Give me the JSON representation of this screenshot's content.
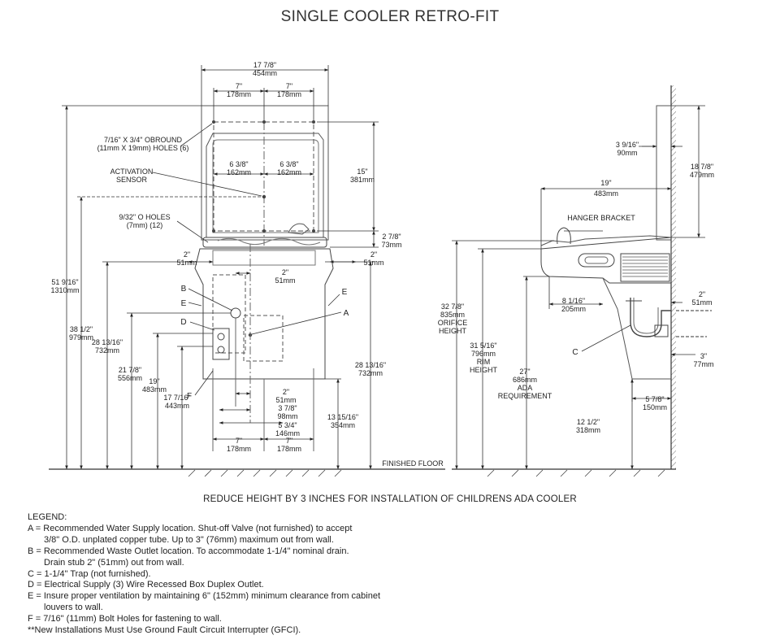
{
  "title": "SINGLE COOLER RETRO-FIT",
  "front": {
    "overall_width": {
      "in": "17 7/8\"",
      "mm": "454mm"
    },
    "half_left": {
      "in": "7\"",
      "mm": "178mm"
    },
    "half_right": {
      "in": "7\"",
      "mm": "178mm"
    },
    "obround_holes": [
      "7/16\" X 3/4\" OBROUND",
      "(11mm X 19mm) HOLES (6)"
    ],
    "activation_sensor": [
      "ACTIVATION",
      "SENSOR"
    ],
    "sensor_left": {
      "in": "6 3/8\"",
      "mm": "162mm"
    },
    "sensor_right": {
      "in": "6 3/8\"",
      "mm": "162mm"
    },
    "o_holes": [
      "9/32\" O HOLES",
      "(7mm) (12)"
    ],
    "dim_15": {
      "in": "15\"",
      "mm": "381mm"
    },
    "dim_2_7_8": {
      "in": "2 7/8\"",
      "mm": "73mm"
    },
    "dim_2_left": {
      "in": "2\"",
      "mm": "51mm"
    },
    "dim_2_right": {
      "in": "2\"",
      "mm": "51mm"
    },
    "dim_2_center": {
      "in": "2\"",
      "mm": "51mm"
    },
    "dim_51_9_16": {
      "in": "51 9/16\"",
      "mm": "1310mm"
    },
    "dim_38_1_2": {
      "in": "38 1/2\"",
      "mm": "979mm"
    },
    "dim_28_13_16_left": {
      "in": "28 13/16\"",
      "mm": "732mm"
    },
    "dim_21_7_8": {
      "in": "21 7/8\"",
      "mm": "556mm"
    },
    "dim_19": {
      "in": "19\"",
      "mm": "483mm"
    },
    "dim_17_7_16": {
      "in": "17 7/16\"",
      "mm": "443mm"
    },
    "dim_28_13_16_right": {
      "in": "28 13/16\"",
      "mm": "732mm"
    },
    "dim_13_15_16": {
      "in": "13 15/16\"",
      "mm": "354mm"
    },
    "dim_2_bottom": {
      "in": "2\"",
      "mm": "51mm"
    },
    "dim_3_7_8": {
      "in": "3 7/8\"",
      "mm": "98mm"
    },
    "dim_5_3_4": {
      "in": "5 3/4\"",
      "mm": "146mm"
    },
    "bottom_left": {
      "in": "7\"",
      "mm": "178mm"
    },
    "bottom_right": {
      "in": "7\"",
      "mm": "178mm"
    },
    "letters": {
      "A": "A",
      "B": "B",
      "C": "C",
      "D": "D",
      "E": "E",
      "F": "F"
    },
    "finished_floor": "FINISHED FLOOR"
  },
  "side": {
    "dim_3_9_16": {
      "in": "3 9/16\"",
      "mm": "90mm"
    },
    "dim_18_7_8": {
      "in": "18 7/8\"",
      "mm": "479mm"
    },
    "dim_19": {
      "in": "19\"",
      "mm": "483mm"
    },
    "hanger_bracket": "HANGER BRACKET",
    "orifice": {
      "in": "32 7/8\"",
      "mm": "835mm",
      "l1": "ORIFICE",
      "l2": "HEIGHT"
    },
    "rim": {
      "in": "31 5/16\"",
      "mm": "796mm",
      "l1": "RIM",
      "l2": "HEIGHT"
    },
    "ada": {
      "in": "27\"",
      "mm": "686mm",
      "l1": "ADA",
      "l2": "REQUIREMENT"
    },
    "dim_8_1_16": {
      "in": "8 1/16\"",
      "mm": "205mm"
    },
    "dim_2": {
      "in": "2\"",
      "mm": "51mm"
    },
    "dim_3": {
      "in": "3\"",
      "mm": "77mm"
    },
    "dim_5_7_8": {
      "in": "5 7/8\"",
      "mm": "150mm"
    },
    "dim_12_1_2": {
      "in": "12 1/2\"",
      "mm": "318mm"
    }
  },
  "note": "REDUCE HEIGHT BY 3 INCHES FOR INSTALLATION OF CHILDRENS ADA COOLER",
  "legend": {
    "heading": "LEGEND:",
    "a1": "A = Recommended Water Supply location. Shut-off Valve (not furnished) to accept",
    "a2": "3/8\" O.D. unplated copper tube. Up to 3\" (76mm) maximum out from wall.",
    "b1": "B = Recommended Waste Outlet location. To accommodate 1-1/4\" nominal drain.",
    "b2": "Drain stub 2\" (51mm) out from wall.",
    "c": "C = 1-1/4\" Trap (not furnished).",
    "d": "D = Electrical Supply (3) Wire Recessed Box Duplex Outlet.",
    "e1": "E = Insure proper ventilation by maintaining 6\" (152mm) minimum clearance from cabinet",
    "e2": "louvers to wall.",
    "f": "F = 7/16\" (11mm) Bolt Holes for fastening to wall.",
    "gfci": "**New Installations Must Use Ground Fault Circuit Interrupter (GFCI)."
  }
}
